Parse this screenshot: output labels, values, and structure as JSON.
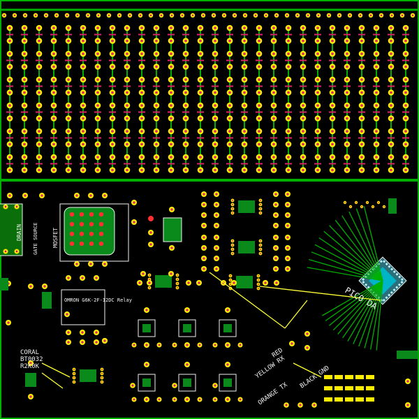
{
  "colors": {
    "background": "#000000",
    "pad": "#ffee00",
    "pad_hole": "#e0206a",
    "trace_green": "#00b000",
    "trace_yellow": "#ffff33",
    "silkscreen": "#f2f2f2",
    "drill": "#ff3030",
    "ic_body": "#00b4c8"
  },
  "labels": {
    "drain": "DRAIN",
    "gate_source": "GATE SOURCE",
    "mosfet": "MOSFET",
    "omron_relay": "OMRON G6K-2F-12DC Relay",
    "coral": "CORAL",
    "coral_id": "BT0032",
    "coral_r": "R2K0K",
    "pico": "PICO DA",
    "yellow_rx": "YELLOW RX",
    "orange_tx": "ORANGE TX",
    "red": "RED",
    "black_gnd": "BLACK GND"
  }
}
